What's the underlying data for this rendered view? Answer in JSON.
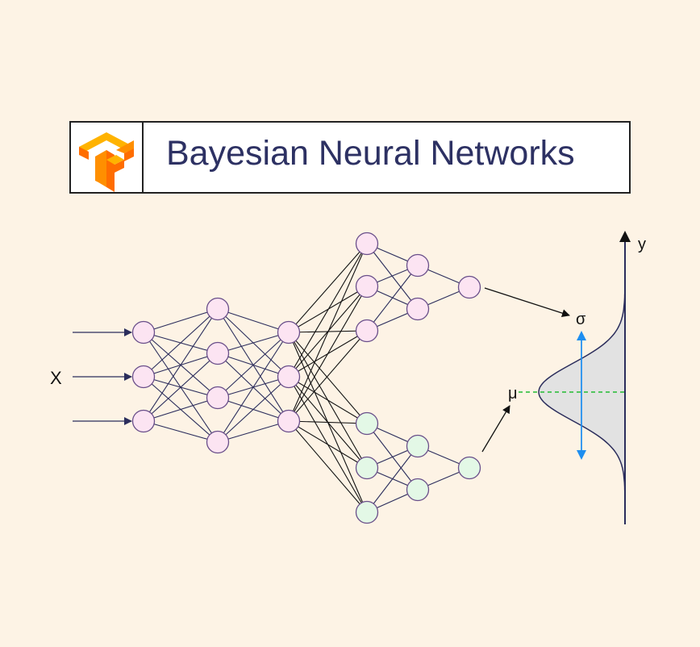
{
  "title": "Bayesian Neural Networks",
  "labels": {
    "input": "X",
    "sigma": "σ",
    "mu": "μ",
    "output_axis": "y"
  },
  "network": {
    "input_layer_nodes": 3,
    "hidden_layers": [
      4,
      3
    ],
    "branches": [
      {
        "name": "sigma-branch",
        "layers": [
          3,
          2,
          1
        ]
      },
      {
        "name": "mu-branch",
        "layers": [
          3,
          2,
          1
        ]
      }
    ]
  },
  "colors": {
    "background": "#fdf3e5",
    "pink_node": "#fce4f2",
    "green_node": "#e3f8e6",
    "node_stroke": "#6a4f8a",
    "edge": "#2b2d5c",
    "branch_edge": "#111111",
    "sigma_arrow": "#1e8ef0",
    "mu_line": "#22bb33",
    "distribution_fill": "#e2e2e2"
  }
}
